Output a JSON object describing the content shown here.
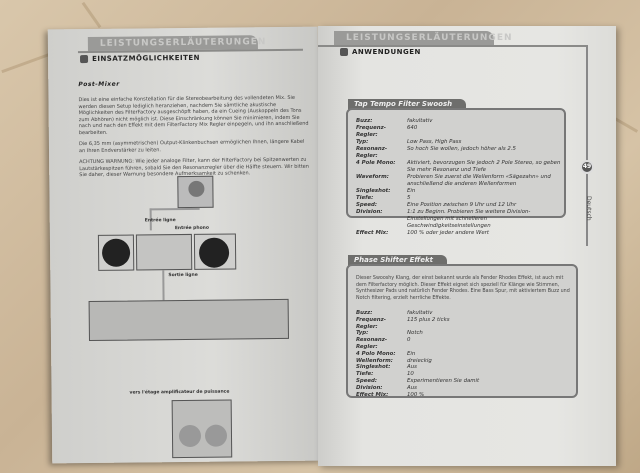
{
  "left_page": {
    "header_band": "LEISTUNGSERLÄUTERUNGEN",
    "section": "EINSATZMÖGLICHKEITEN",
    "subtitle": "Post-Mixer",
    "paragraphs": [
      "Dies ist eine einfache Konstellation für die Stereobearbeitung des vollendeten Mix. Sie werden diesen Setup lediglich heranziehen, nachdem Sie sämtliche akustische Möglichkeiten des FilterFactory ausgeschöpft haben, da ein Cueing (Auskoppeln des Tons zum Abhören) nicht möglich ist. Diese Einschränkung können Sie minimieren, indem Sie nach und nach den Effekt mit dem FilterFactory Mix Regler einpegeln, und ihn anschließend bearbeiten.",
      "Die 6,35 mm (asymmetrischen) Output-Klinkenbuchsen ermöglichen Ihnen, längere Kabel an Ihren Endverstärker zu leiten.",
      "ACHTUNG WARNUNG: Wie jeder analoge Filter, kann der FilterFactory bei Spitzenwerten zu Lautstärkespitzen führen, sobald Sie den Resonanzregler über die Hälfte steuern. Wir bitten Sie daher, dieser Warnung besondere Aufmerksamkeit zu schenken."
    ],
    "diagram_labels": {
      "line_in": "Entrée ligne",
      "phono_in": "Entrée phono",
      "line_out": "Sortie ligne",
      "amp": "vers l'étage amplificateur de puissance"
    }
  },
  "right_page": {
    "header_band": "LEISTUNGSERLÄUTERUNGEN",
    "section": "ANWENDUNGEN",
    "page_number": "49",
    "language_tab": "Deutsch",
    "boxes": [
      {
        "title": "Tap Tempo Filter Swoosh",
        "intro": "",
        "rows": [
          [
            "Buzz:",
            "fakultativ"
          ],
          [
            "Frequenz-Regler:",
            "640"
          ],
          [
            "Typ:",
            "Low Pass, High Pass"
          ],
          [
            "Resonanz-Regler:",
            "So hoch Sie wollen, jedoch höher als 2.5"
          ],
          [
            "4 Pole Mono:",
            "Aktiviert, bevorzugen Sie jedoch 2 Pole Stereo, so geben Sie mehr Resonanz und Tiefe"
          ],
          [
            "Waveform:",
            "Probieren Sie zuerst die Wellenform «Sägezahn» und anschließend die anderen Wellenformen"
          ],
          [
            "Singleshot:",
            "Ein"
          ],
          [
            "Tiefe:",
            "5"
          ],
          [
            "Speed:",
            "Eine Position zwischen 9 Uhr und 12 Uhr"
          ],
          [
            "Division:",
            "1:1 zu Beginn. Probieren Sie weitere Division-Einstellungen mit schnelleren Geschwindigkeitseinstellungen"
          ],
          [
            "Effect Mix:",
            "100 % oder jeder andere Wert"
          ]
        ]
      },
      {
        "title": "Phase Shifter Effekt",
        "intro": "Dieser Swooshy Klang, der einst bekannt wurde als Fender Rhodes Effekt, ist auch mit dem Filterfactory möglich. Dieser Effekt eignet sich speziell für Klänge wie Stimmen, Synthesizer Pads und natürlich Fender Rhodes. Eine Bass Spur, mit aktiviertem Buzz und Notch filtering, erzielt herrliche Effekte.",
        "rows": [
          [
            "Buzz:",
            "fakultativ"
          ],
          [
            "Frequenz-Regler:",
            "115 plus 2 ticks"
          ],
          [
            "Typ:",
            "Notch"
          ],
          [
            "Resonanz-Regler:",
            "0"
          ],
          [
            "4 Polo Mono:",
            "Ein"
          ],
          [
            "Wellenform:",
            "dreieckig"
          ],
          [
            "Singleshot:",
            "Aus"
          ],
          [
            "Tiefe:",
            "10"
          ],
          [
            "Speed:",
            "Experimentieren Sie damit"
          ],
          [
            "Division:",
            "Aus"
          ],
          [
            "Effect Mix:",
            "100 %"
          ]
        ]
      }
    ]
  }
}
